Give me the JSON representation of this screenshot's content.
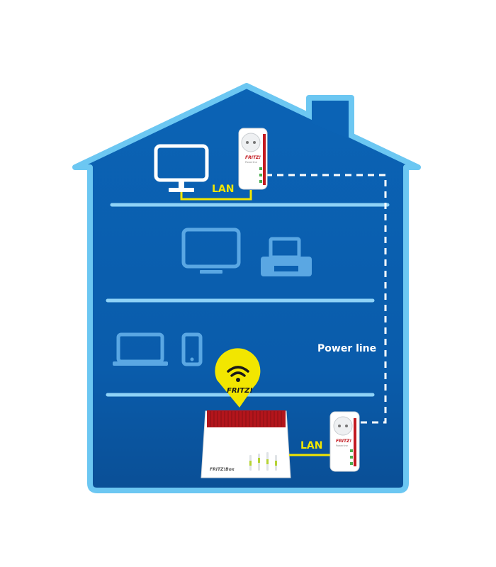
{
  "labels": {
    "lan_upper": "LAN",
    "lan_lower": "LAN",
    "power_line": "Power line"
  },
  "badge": {
    "text": "FRITZ!"
  },
  "devices": {
    "plug_upper_brand": "FRITZ!",
    "plug_upper_sub": "Powerline",
    "plug_lower_brand": "FRITZ!",
    "plug_lower_sub": "Powerline",
    "router_brand": "FRITZ!Box"
  },
  "colors": {
    "house_fill": "#0a5fb0",
    "house_outline": "#6cc7f2",
    "floor_line": "#8fd3f7",
    "lan_cable": "#f2e600",
    "router_red": "#b3151c",
    "faded_device": "#5aa7e3"
  }
}
